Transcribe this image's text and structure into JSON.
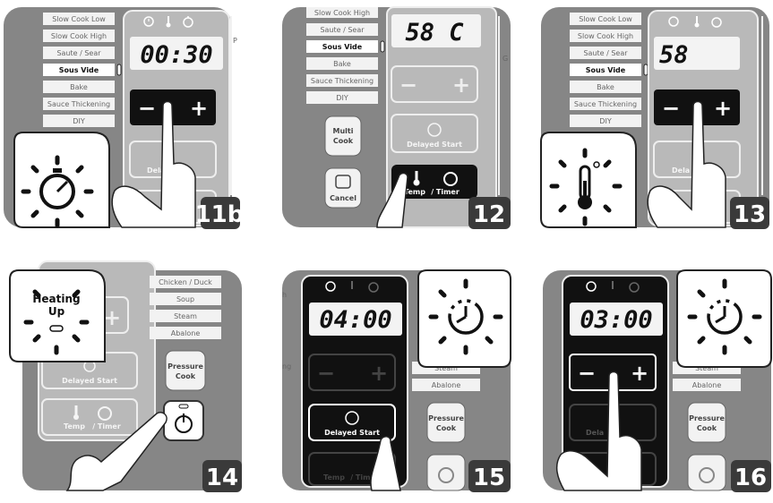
{
  "menu": {
    "slow_cook_low": "Slow Cook Low",
    "slow_cook_high": "Slow Cook High",
    "saute_sear": "Saute / Sear",
    "sous_vide": "Sous Vide",
    "bake": "Bake",
    "sauce_thickening": "Sauce Thickening",
    "diy": "DIY",
    "chicken_duck": "Chicken / Duck",
    "soup": "Soup",
    "steam": "Steam",
    "abalone": "Abalone"
  },
  "buttons": {
    "minus": "−",
    "plus": "+",
    "multi": "Multi",
    "cook": "Cook",
    "cancel": "Cancel",
    "delayed_start": "Delayed Start",
    "delayed_start_clip": "Dela",
    "temp": "Temp",
    "timer": "/  Timer",
    "pressure": "Pressure",
    "pressure_cook": "Cook"
  },
  "bubble": {
    "heating": "Heating",
    "up": "Up"
  },
  "side_marks": {
    "p": "P",
    "g": "G",
    "h": "h",
    "ng": "ng"
  },
  "steps": [
    {
      "number": "11b",
      "display": "00:30"
    },
    {
      "number": "12",
      "display": "58 C"
    },
    {
      "number": "13",
      "display": "58"
    },
    {
      "number": "14",
      "display": ""
    },
    {
      "number": "15",
      "display": "04:00"
    },
    {
      "number": "16",
      "display": "03:00"
    }
  ],
  "colors": {
    "panel_bg": "#868686",
    "screen_bg": "#b9b9b9",
    "dark_screen": "#111111",
    "lcd_bg": "#f3f3f3",
    "badge": "#3a3a3a"
  }
}
